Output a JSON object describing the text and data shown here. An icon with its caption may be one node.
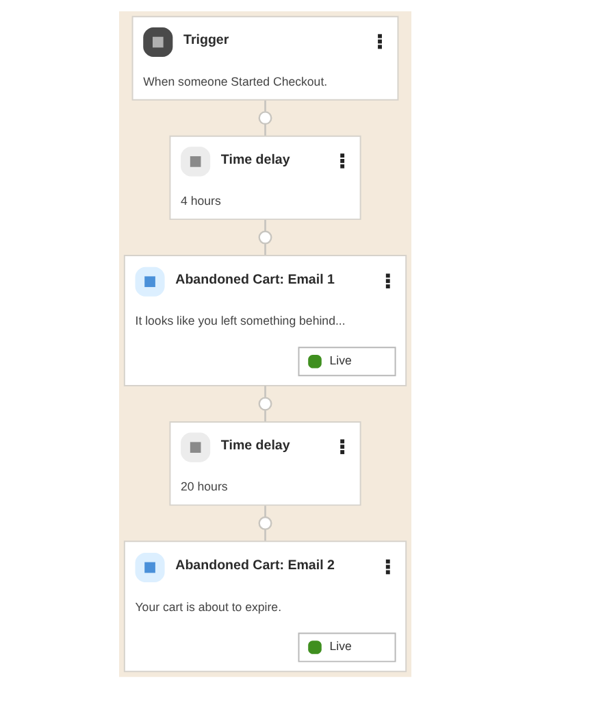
{
  "diagram": {
    "nodes": [
      {
        "text": [
          "Trigger",
          "When someone Started Checkout."
        ]
      },
      {
        "text": [],
        "shape": "circle"
      },
      {
        "text": [
          "Time delay",
          "4 hours"
        ]
      },
      {
        "text": [],
        "shape": "circle"
      },
      {
        "text": [
          "Abandoned Cart: Email 1",
          "It looks like you left something behind...",
          "Live"
        ]
      },
      {
        "text": [],
        "shape": "circle"
      },
      {
        "text": [
          "Time delay",
          "20 hours"
        ]
      },
      {
        "text": [],
        "shape": "circle"
      },
      {
        "text": [
          "Abandoned Cart: Email 2",
          "Your cart is about to expire.",
          "Live"
        ]
      }
    ],
    "edges": [
      {
        "from": 0,
        "to": 1,
        "arrow": "none"
      },
      {
        "from": 1,
        "to": 2,
        "arrow": "none"
      },
      {
        "from": 2,
        "to": 3,
        "arrow": "none"
      },
      {
        "from": 3,
        "to": 4,
        "arrow": "none"
      },
      {
        "from": 4,
        "to": 5,
        "arrow": "none"
      },
      {
        "from": 5,
        "to": 6,
        "arrow": "none"
      },
      {
        "from": 6,
        "to": 7,
        "arrow": "none"
      },
      {
        "from": 7,
        "to": 8,
        "arrow": "none"
      }
    ]
  }
}
